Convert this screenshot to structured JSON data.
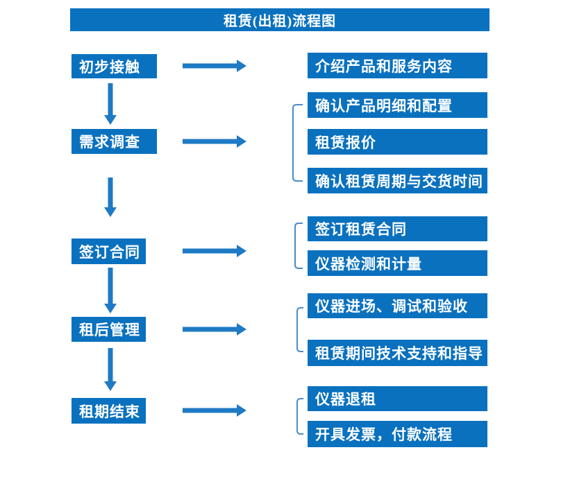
{
  "title": "租赁(出租)流程图",
  "colors": {
    "box_blue": "#0a71bf",
    "arrow_blue": "#1e7ac4",
    "bracket_blue": "#4a8bc9",
    "text_white": "#ffffff"
  },
  "steps": [
    {
      "label": "初步接触",
      "outputs": [
        "介绍产品和服务内容"
      ]
    },
    {
      "label": "需求调查",
      "outputs": [
        "确认产品明细和配置",
        "租赁报价",
        "确认租赁周期与交货时间"
      ]
    },
    {
      "label": "签订合同",
      "outputs": [
        "签订租赁合同",
        "仪器检测和计量"
      ]
    },
    {
      "label": "租后管理",
      "outputs": [
        "仪器进场、调试和验收",
        "租赁期间技术支持和指导"
      ]
    },
    {
      "label": "租期结束",
      "outputs": [
        "仪器退租",
        "开具发票，付款流程"
      ]
    }
  ]
}
